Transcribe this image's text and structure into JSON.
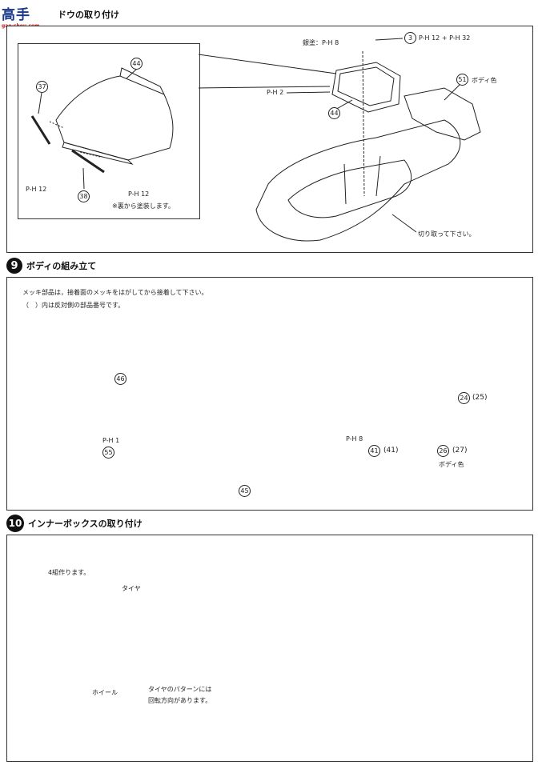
{
  "header": {
    "logo_main": "高手",
    "logo_sub": "gao-shou.com",
    "section8_title": "ドウの取り付け"
  },
  "section8": {
    "part_44_a": "44",
    "part_37": "37",
    "part_38": "38",
    "ph12_a": "P-H 12",
    "ph12_b": "P-H 12",
    "note_back": "※裏から塗装します。",
    "silver": "銀塗：P-H 8",
    "part_3": "3",
    "part_3_paint": "P-H 12 + P-H 32",
    "ph2": "P-H 2",
    "part_44_b": "44",
    "part_51": "51",
    "part_51_paint": "ボディ色",
    "cut_note": "切り取って下さい。"
  },
  "section9": {
    "number": "9",
    "title": "ボディの組み立て",
    "note1": "メッキ部品は，接着面のメッキをはがしてから接着して下さい。",
    "note2": "（　）内は反対側の部品番号です。",
    "part_46": "46",
    "ph1": "P-H 1",
    "part_55": "55",
    "part_45": "45",
    "ph8": "P-H 8",
    "part_41": "41",
    "part_41b": "(41)",
    "part_24": "24",
    "part_25": "(25)",
    "part_26": "26",
    "part_27": "(27)",
    "body_color": "ボディ色"
  },
  "section10": {
    "number": "10",
    "title": "インナーボックスの取り付け",
    "make4": "4組作ります。",
    "tire": "タイヤ",
    "wheel": "ホイール",
    "tire_note1": "タイヤのパターンには",
    "tire_note2": "回転方向があります。"
  }
}
